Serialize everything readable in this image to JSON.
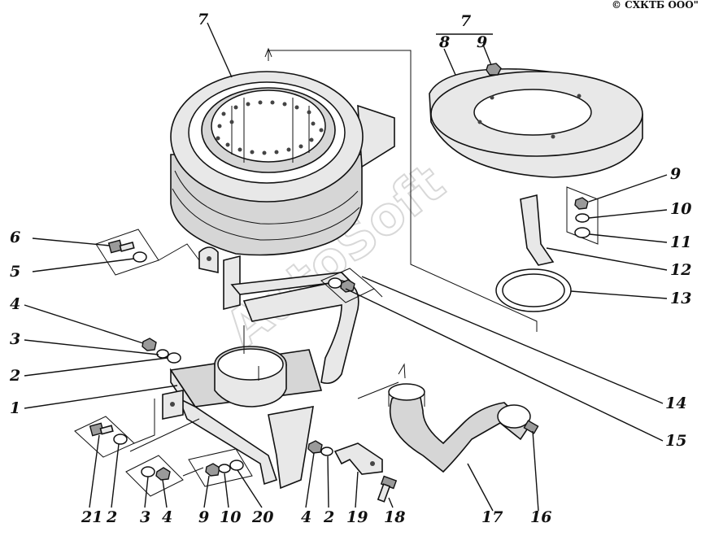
{
  "copyright": "© СХКТБ ООО\"",
  "watermark": "AutoSoft",
  "header": {
    "top": "7",
    "left": "8",
    "right": "9"
  },
  "callouts": {
    "c7": "7",
    "c6": "6",
    "c5": "5",
    "c4": "4",
    "c3": "3",
    "c2": "2",
    "c1": "1",
    "c9": "9",
    "c10": "10",
    "c11": "11",
    "c12": "12",
    "c13": "13",
    "c14": "14",
    "c15": "15",
    "c16": "16",
    "c17": "17",
    "c8": "8"
  },
  "bottom_labels": [
    "21",
    "2",
    "3",
    "4",
    "9",
    "10",
    "20",
    "4",
    "2",
    "19",
    "18",
    "17",
    "16"
  ]
}
